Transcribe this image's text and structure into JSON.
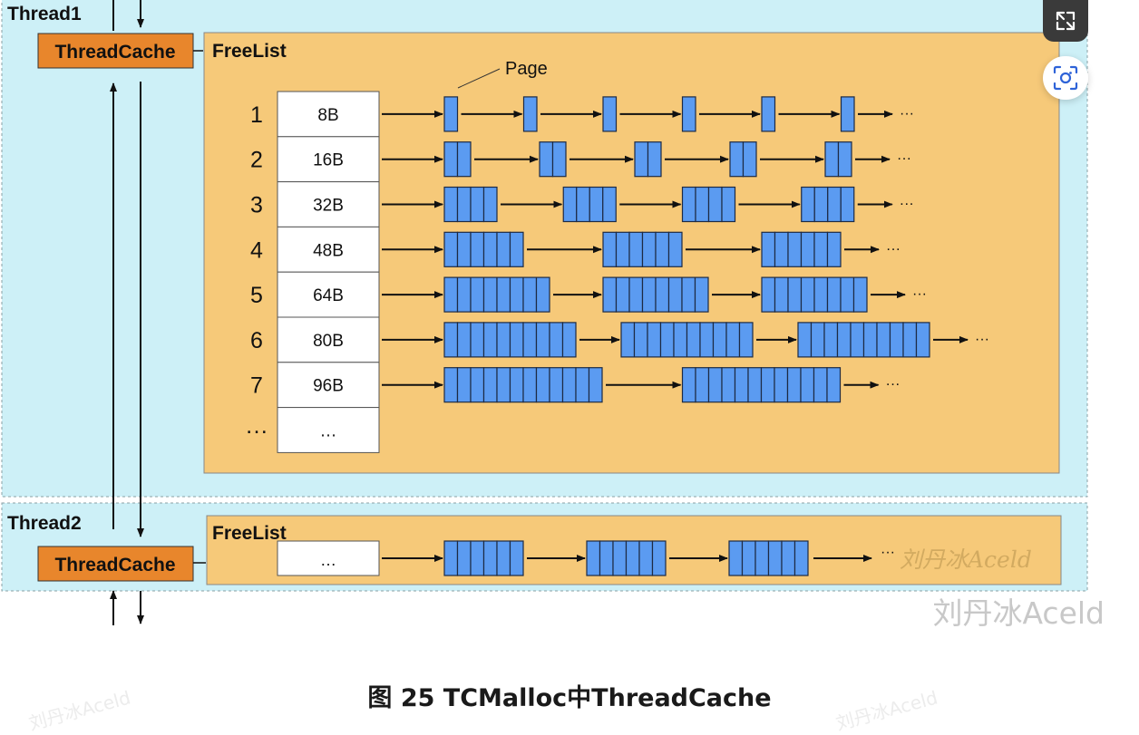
{
  "thread1": {
    "title": "Thread1",
    "cache_label": "ThreadCache"
  },
  "thread2": {
    "title": "Thread2",
    "cache_label": "ThreadCache"
  },
  "freelist": {
    "title": "FreeList",
    "page_label": "Page",
    "rows": [
      {
        "index": "1",
        "size": "8B",
        "blocks": 1,
        "groups": 6,
        "tail": "···"
      },
      {
        "index": "2",
        "size": "16B",
        "blocks": 2,
        "groups": 5,
        "tail": "···"
      },
      {
        "index": "3",
        "size": "32B",
        "blocks": 4,
        "groups": 4,
        "tail": "···"
      },
      {
        "index": "4",
        "size": "48B",
        "blocks": 6,
        "groups": 3,
        "tail": "···"
      },
      {
        "index": "5",
        "size": "64B",
        "blocks": 8,
        "groups": 3,
        "tail": "···"
      },
      {
        "index": "6",
        "size": "80B",
        "blocks": 10,
        "groups": 3,
        "tail": "···"
      },
      {
        "index": "7",
        "size": "96B",
        "blocks": 12,
        "groups": 2,
        "tail": "···"
      },
      {
        "index": "···",
        "size": "…",
        "blocks": 0,
        "groups": 0,
        "tail": ""
      }
    ]
  },
  "freelist2": {
    "title": "FreeList",
    "size": "…",
    "blocks": 6,
    "groups": 3,
    "tail": "···"
  },
  "watermark": {
    "inline": "刘丹冰Aceld",
    "big": "刘丹冰Aceld",
    "faint": "刘丹冰Aceld"
  },
  "caption": "图 25 TCMalloc中ThreadCache",
  "icons": {
    "expand": "expand-icon",
    "lens": "lens-search-icon"
  },
  "colors": {
    "thread_bg": "#cdf0f7",
    "freelist_bg": "#f6c979",
    "cache_bg": "#e8862c",
    "block": "#5b9bf1"
  }
}
